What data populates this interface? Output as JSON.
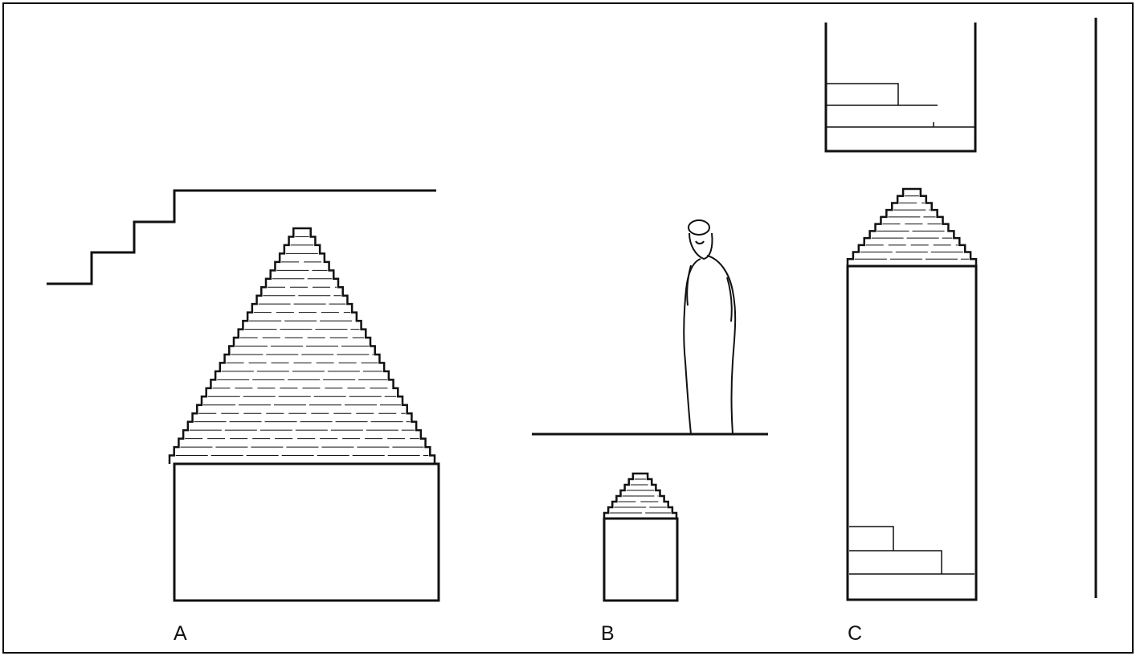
{
  "figure": {
    "panels": [
      {
        "label": "A"
      },
      {
        "label": "B"
      },
      {
        "label": "C"
      }
    ]
  },
  "colors": {
    "stroke": "#111111",
    "background": "#ffffff"
  }
}
